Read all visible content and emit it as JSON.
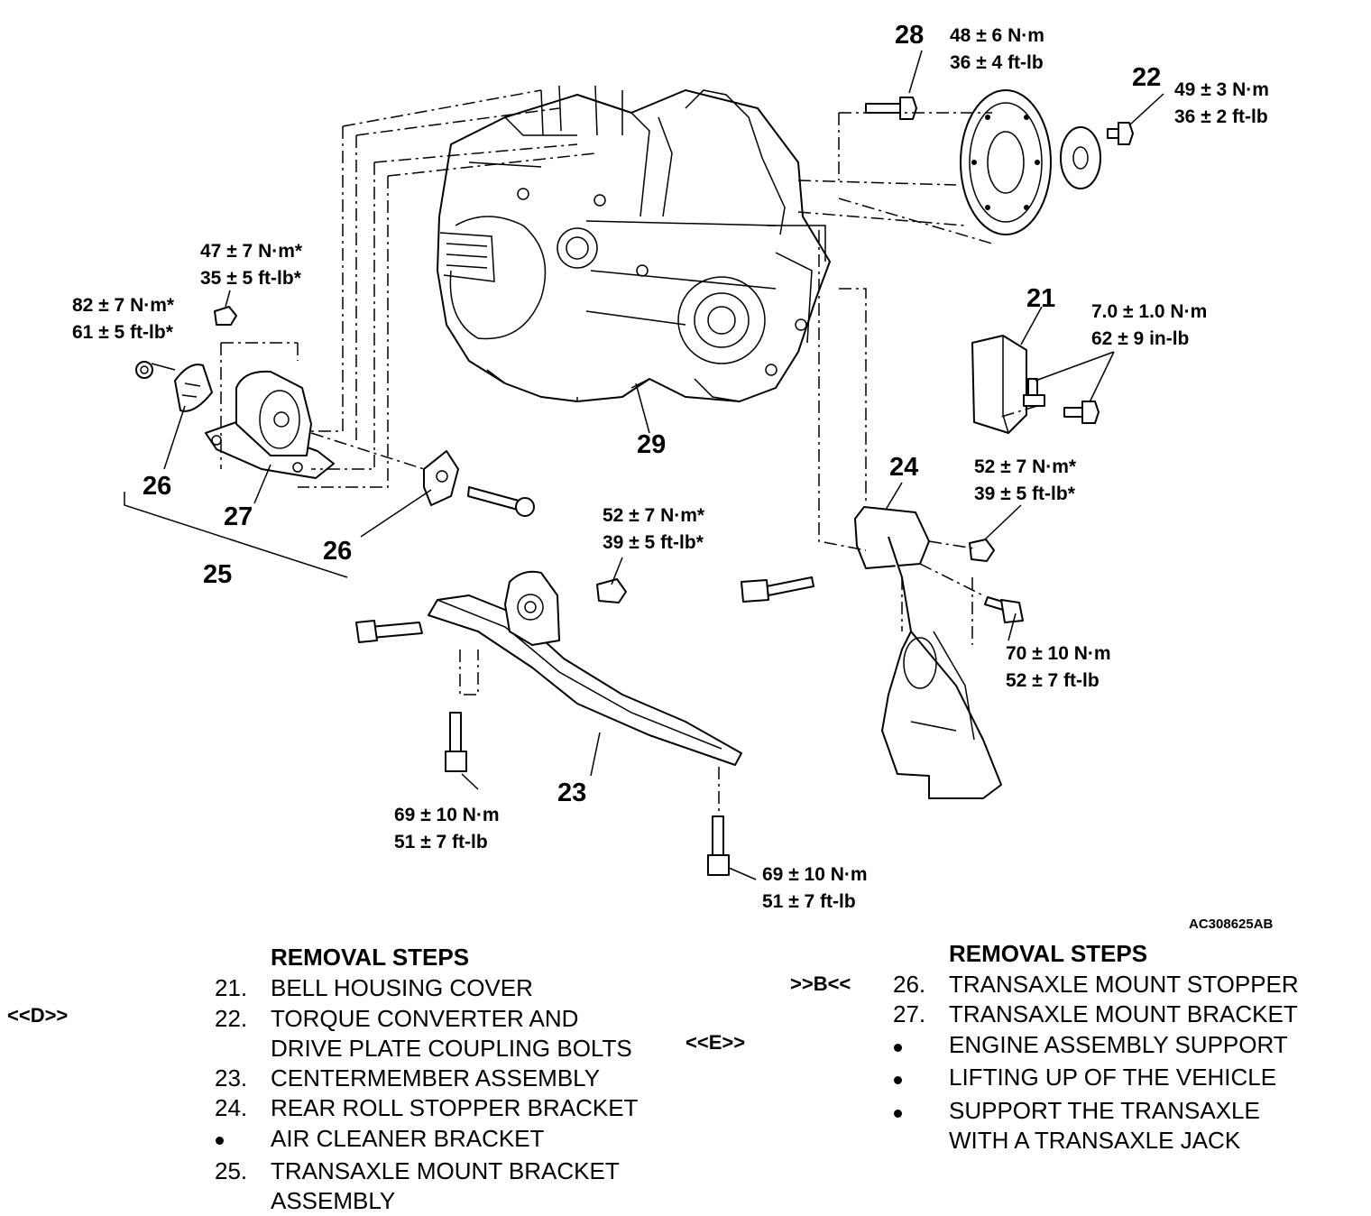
{
  "diagram": {
    "part_numbers": [
      "21",
      "22",
      "23",
      "24",
      "25",
      "26",
      "26",
      "27",
      "28",
      "29"
    ],
    "torques": {
      "p28": [
        "48 ± 6 N·m",
        "36 ± 4 ft-lb"
      ],
      "p22": [
        "49 ± 3 N·m",
        "36 ± 2 ft-lb"
      ],
      "p27_nut": [
        "47 ± 7 N·m*",
        "35 ± 5 ft-lb*"
      ],
      "p26_nut": [
        "82 ± 7 N·m*",
        "61 ± 5 ft-lb*"
      ],
      "p21": [
        "7.0 ± 1.0 N·m",
        "62 ± 9 in-lb"
      ],
      "p24_nut": [
        "52 ± 7 N·m*",
        "39 ± 5 ft-lb*"
      ],
      "p23_nut": [
        "52 ± 7 N·m*",
        "39 ± 5 ft-lb*"
      ],
      "p24_bolt": [
        "70 ± 10 N·m",
        "52 ± 7 ft-lb"
      ],
      "p23_left": [
        "69 ± 10 N·m",
        "51 ± 7 ft-lb"
      ],
      "p23_right": [
        "69 ± 10 N·m",
        "51 ± 7 ft-lb"
      ]
    },
    "figure_code": "AC308625AB"
  },
  "left_column": {
    "header": "REMOVAL STEPS",
    "lead_marks": [
      "<<D>>",
      "<<E>>"
    ],
    "steps": [
      {
        "num": "21.",
        "lines": [
          "BELL HOUSING COVER"
        ]
      },
      {
        "num": "22.",
        "lines": [
          "TORQUE CONVERTER AND",
          "DRIVE PLATE COUPLING BOLTS"
        ]
      },
      {
        "num": "23.",
        "lines": [
          "CENTERMEMBER ASSEMBLY"
        ]
      },
      {
        "num": "24.",
        "lines": [
          "REAR ROLL STOPPER BRACKET"
        ]
      },
      {
        "num": "•",
        "lines": [
          "AIR CLEANER BRACKET"
        ]
      },
      {
        "num": "25.",
        "lines": [
          "TRANSAXLE MOUNT BRACKET",
          "ASSEMBLY"
        ]
      }
    ]
  },
  "right_column": {
    "header": "REMOVAL STEPS",
    "lead_marks": [
      ">>B<<"
    ],
    "steps": [
      {
        "num": "26.",
        "lines": [
          "TRANSAXLE MOUNT STOPPER"
        ]
      },
      {
        "num": "27.",
        "lines": [
          "TRANSAXLE MOUNT BRACKET"
        ]
      },
      {
        "num": "•",
        "lines": [
          "ENGINE ASSEMBLY SUPPORT"
        ]
      },
      {
        "num": "•",
        "lines": [
          "LIFTING UP OF THE VEHICLE"
        ]
      },
      {
        "num": "•",
        "lines": [
          "SUPPORT THE TRANSAXLE",
          "WITH A TRANSAXLE JACK"
        ]
      }
    ]
  }
}
